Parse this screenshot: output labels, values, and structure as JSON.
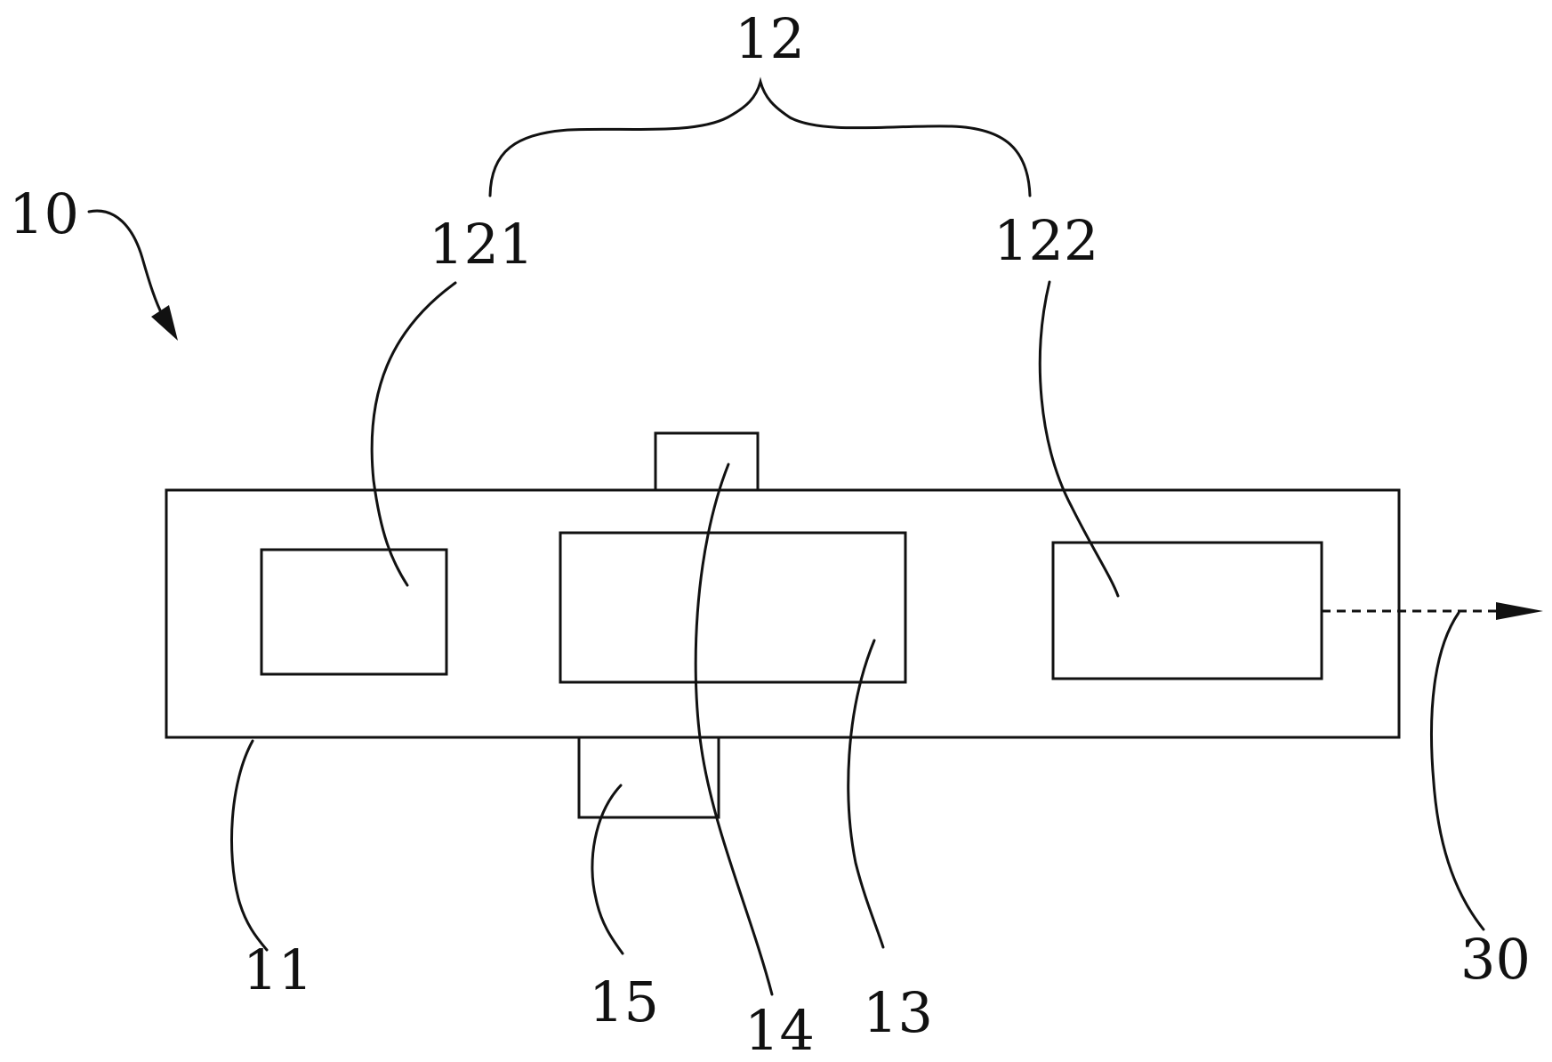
{
  "diagram": {
    "labels": {
      "device": "10",
      "main_body": "11",
      "group": "12",
      "module_left": "121",
      "module_right": "122",
      "center_block": "13",
      "top_tab": "14",
      "bottom_tab": "15",
      "output": "30"
    },
    "colors": {
      "stroke": "#111111",
      "background": "#ffffff"
    }
  }
}
